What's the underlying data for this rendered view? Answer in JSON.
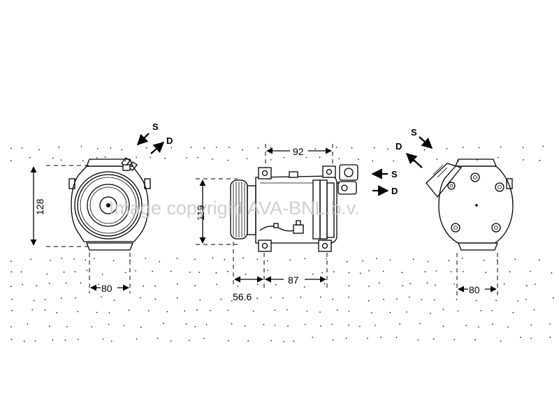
{
  "views": {
    "left": {
      "height_dim": "128",
      "width_dim": "80",
      "suction_label": "S",
      "discharge_label": "D"
    },
    "middle": {
      "top_dim": "92",
      "height_dim": "119",
      "bottom_left_dim": "56.6",
      "bottom_right_dim": "87",
      "suction_label": "S",
      "discharge_label": "D"
    },
    "right": {
      "width_dim": "80",
      "suction_label": "S",
      "discharge_label": "D"
    }
  },
  "watermark": "Image copyright AVA-BNL.b.v.",
  "colors": {
    "line": "#000000",
    "watermark": "#c8c8c8",
    "background": "#ffffff"
  }
}
